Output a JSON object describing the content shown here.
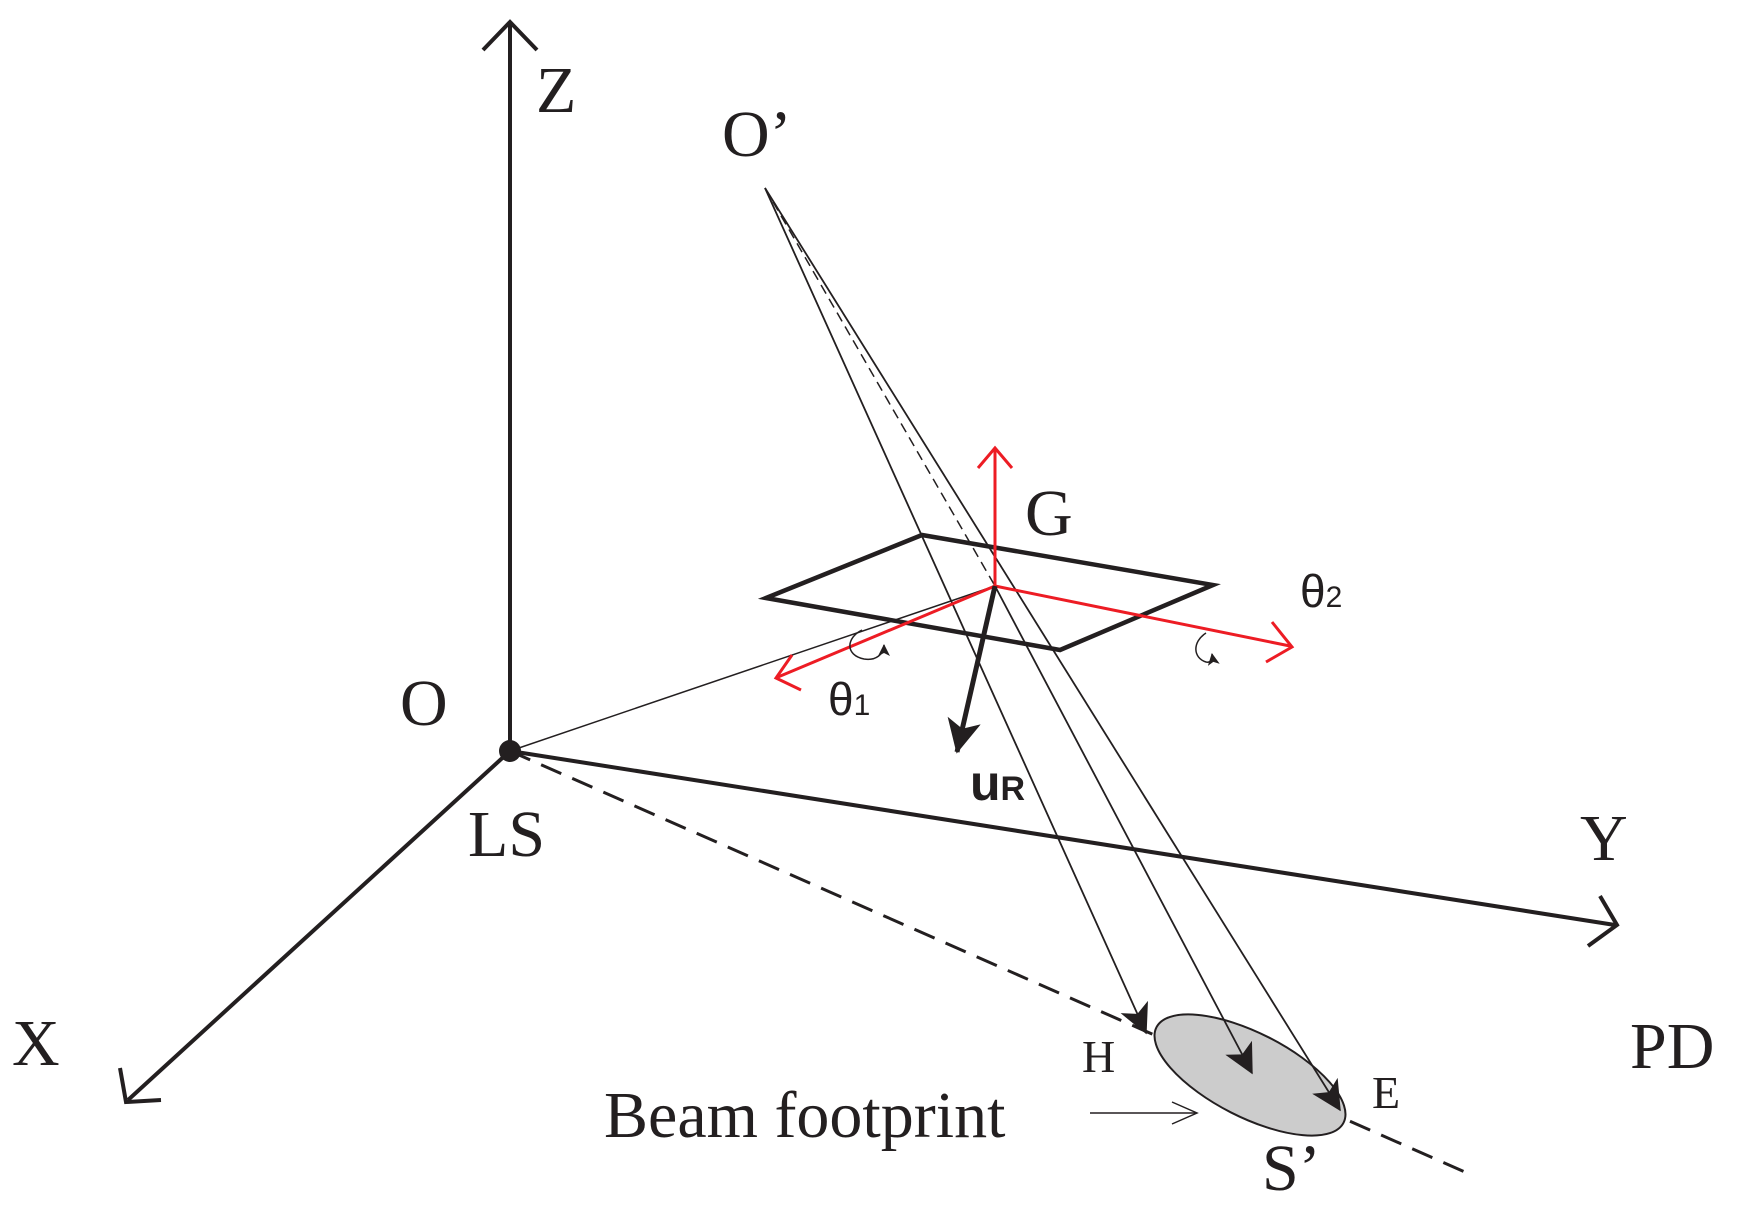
{
  "labels": {
    "z": "Z",
    "x": "X",
    "y": "Y",
    "origin": "O",
    "light_source": "LS",
    "o_prime": "O’",
    "g": "G",
    "theta1_symbol": "θ",
    "theta1_sub": "1",
    "theta2_symbol": "θ",
    "theta2_sub": "2",
    "ur_main": "u",
    "ur_sub": "R",
    "pd": "PD",
    "h": "H",
    "e": "E",
    "s_prime": "S’",
    "beam_footprint": "Beam footprint"
  },
  "colors": {
    "line": "#231f20",
    "rotation_axes": "#ed1c24",
    "footprint_fill": "#cccccc"
  }
}
